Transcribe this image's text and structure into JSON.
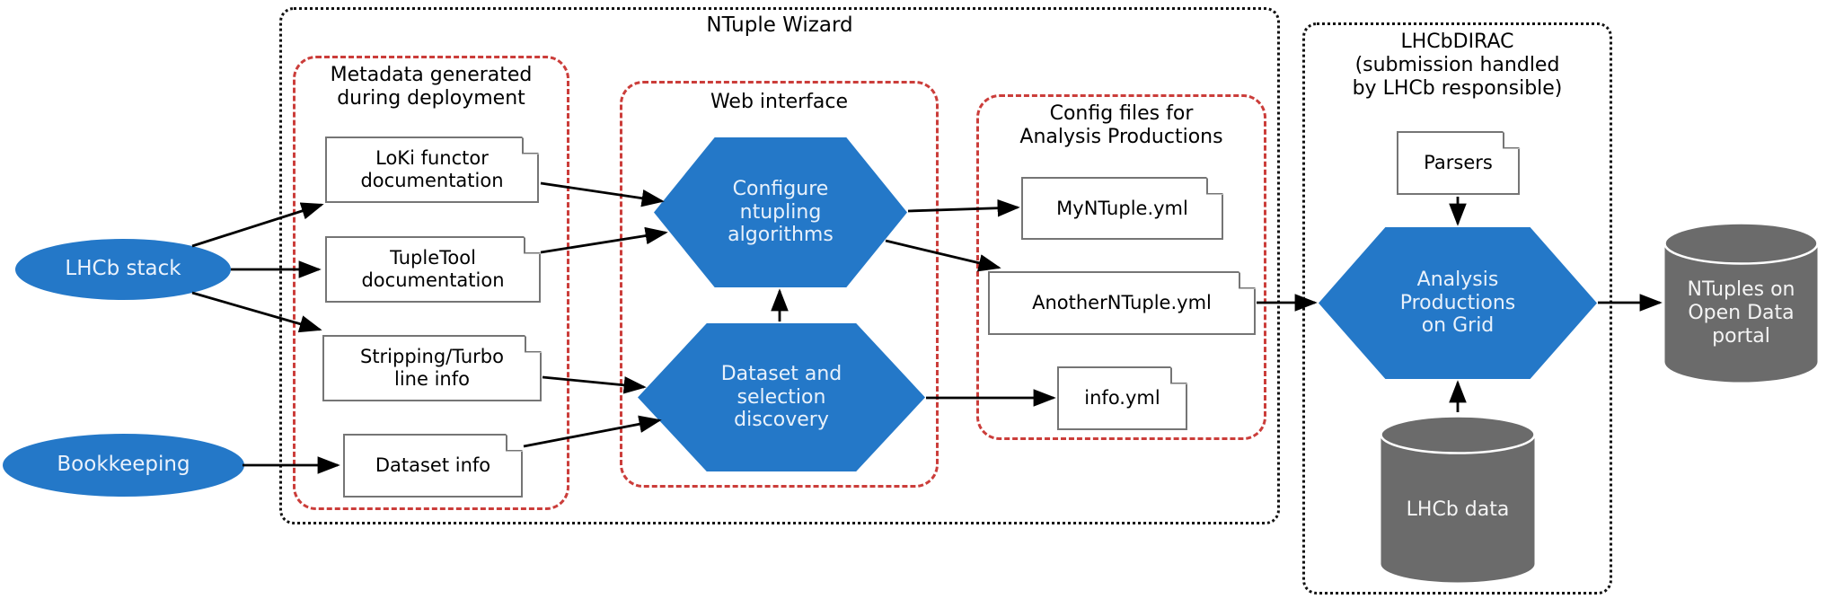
{
  "colors": {
    "blue": "#2478C8",
    "gray": "#6B6B6B",
    "red_dashed": "#CB3D3A",
    "doc_border": "#757575",
    "edge": "#000000"
  },
  "containers": {
    "ntuple_wizard": {
      "title": "NTuple Wizard",
      "border": "black-dotted"
    },
    "metadata": {
      "title": "Metadata generated\nduring deployment",
      "border": "red-dashed"
    },
    "web_interface": {
      "title": "Web interface",
      "border": "red-dashed"
    },
    "config_files": {
      "title": "Config files for\nAnalysis Productions",
      "border": "red-dashed"
    },
    "lhcbdirac": {
      "title": "LHCbDIRAC\n(submission handled\nby LHCb responsible)",
      "border": "black-dotted"
    }
  },
  "nodes": {
    "lhcb_stack": {
      "label": "LHCb stack",
      "shape": "ellipse",
      "color": "blue"
    },
    "bookkeeping": {
      "label": "Bookkeeping",
      "shape": "ellipse",
      "color": "blue"
    },
    "loki_doc": {
      "label": "LoKi functor\ndocumentation",
      "shape": "note",
      "color": "white"
    },
    "tupletool_doc": {
      "label": "TupleTool\ndocumentation",
      "shape": "note",
      "color": "white"
    },
    "stripping_doc": {
      "label": "Stripping/Turbo\nline info",
      "shape": "note",
      "color": "white"
    },
    "dataset_info": {
      "label": "Dataset info",
      "shape": "note",
      "color": "white"
    },
    "configure_ntupling": {
      "label": "Configure\nntupling\nalgorithms",
      "shape": "hexagon",
      "color": "blue"
    },
    "dataset_discovery": {
      "label": "Dataset and\nselection\ndiscovery",
      "shape": "hexagon",
      "color": "blue"
    },
    "myntuple_yml": {
      "label": "MyNTuple.yml",
      "shape": "note",
      "color": "white"
    },
    "anotherntuple_yml": {
      "label": "AnotherNTuple.yml",
      "shape": "note",
      "color": "white"
    },
    "info_yml": {
      "label": "info.yml",
      "shape": "note",
      "color": "white"
    },
    "parsers": {
      "label": "Parsers",
      "shape": "note",
      "color": "white"
    },
    "analysis_productions": {
      "label": "Analysis\nProductions\non Grid",
      "shape": "hexagon",
      "color": "blue"
    },
    "lhcb_data": {
      "label": "LHCb data",
      "shape": "cylinder",
      "color": "gray"
    },
    "ntuples_portal": {
      "label": "NTuples on\nOpen Data\nportal",
      "shape": "cylinder",
      "color": "gray"
    }
  },
  "edges": [
    {
      "from": "lhcb_stack",
      "to": "loki_doc"
    },
    {
      "from": "lhcb_stack",
      "to": "tupletool_doc"
    },
    {
      "from": "lhcb_stack",
      "to": "stripping_doc"
    },
    {
      "from": "bookkeeping",
      "to": "dataset_info"
    },
    {
      "from": "loki_doc",
      "to": "configure_ntupling"
    },
    {
      "from": "tupletool_doc",
      "to": "configure_ntupling"
    },
    {
      "from": "stripping_doc",
      "to": "dataset_discovery"
    },
    {
      "from": "dataset_info",
      "to": "dataset_discovery"
    },
    {
      "from": "dataset_discovery",
      "to": "configure_ntupling"
    },
    {
      "from": "configure_ntupling",
      "to": "myntuple_yml"
    },
    {
      "from": "configure_ntupling",
      "to": "anotherntuple_yml"
    },
    {
      "from": "dataset_discovery",
      "to": "info_yml"
    },
    {
      "from": "anotherntuple_yml",
      "to": "analysis_productions"
    },
    {
      "from": "parsers",
      "to": "analysis_productions"
    },
    {
      "from": "lhcb_data",
      "to": "analysis_productions"
    },
    {
      "from": "analysis_productions",
      "to": "ntuples_portal"
    }
  ]
}
